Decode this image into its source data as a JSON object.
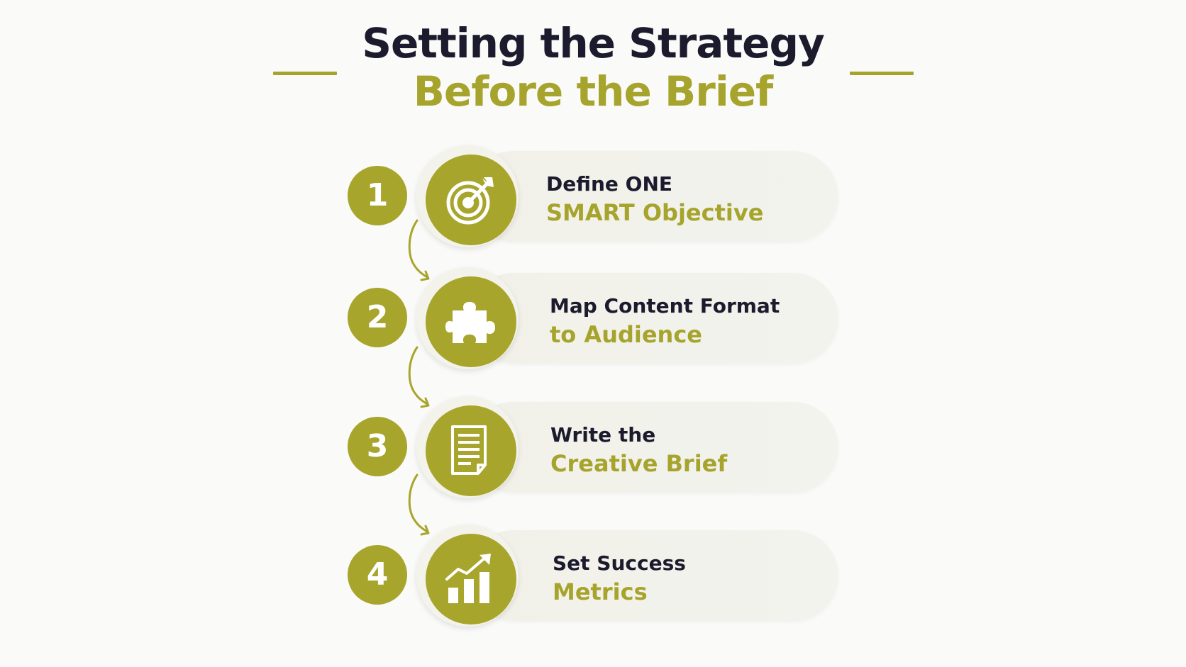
{
  "title": {
    "line1": "Setting the Strategy",
    "line2": "Before the Brief"
  },
  "steps": [
    {
      "number": "1",
      "line1": "Define ONE",
      "line2": "SMART Objective",
      "icon": "target-icon"
    },
    {
      "number": "2",
      "line1": "Map Content Format",
      "line2": "to Audience",
      "icon": "puzzle-icon"
    },
    {
      "number": "3",
      "line1": "Write the",
      "line2": "Creative Brief",
      "icon": "document-icon"
    },
    {
      "number": "4",
      "line1": "Set Success",
      "line2": "Metrics",
      "icon": "growth-chart-icon"
    }
  ],
  "colors": {
    "accent": "#a8a52c",
    "dark": "#1c1b2d",
    "background": "#fafaf8",
    "pill": "#f2f2ec"
  }
}
